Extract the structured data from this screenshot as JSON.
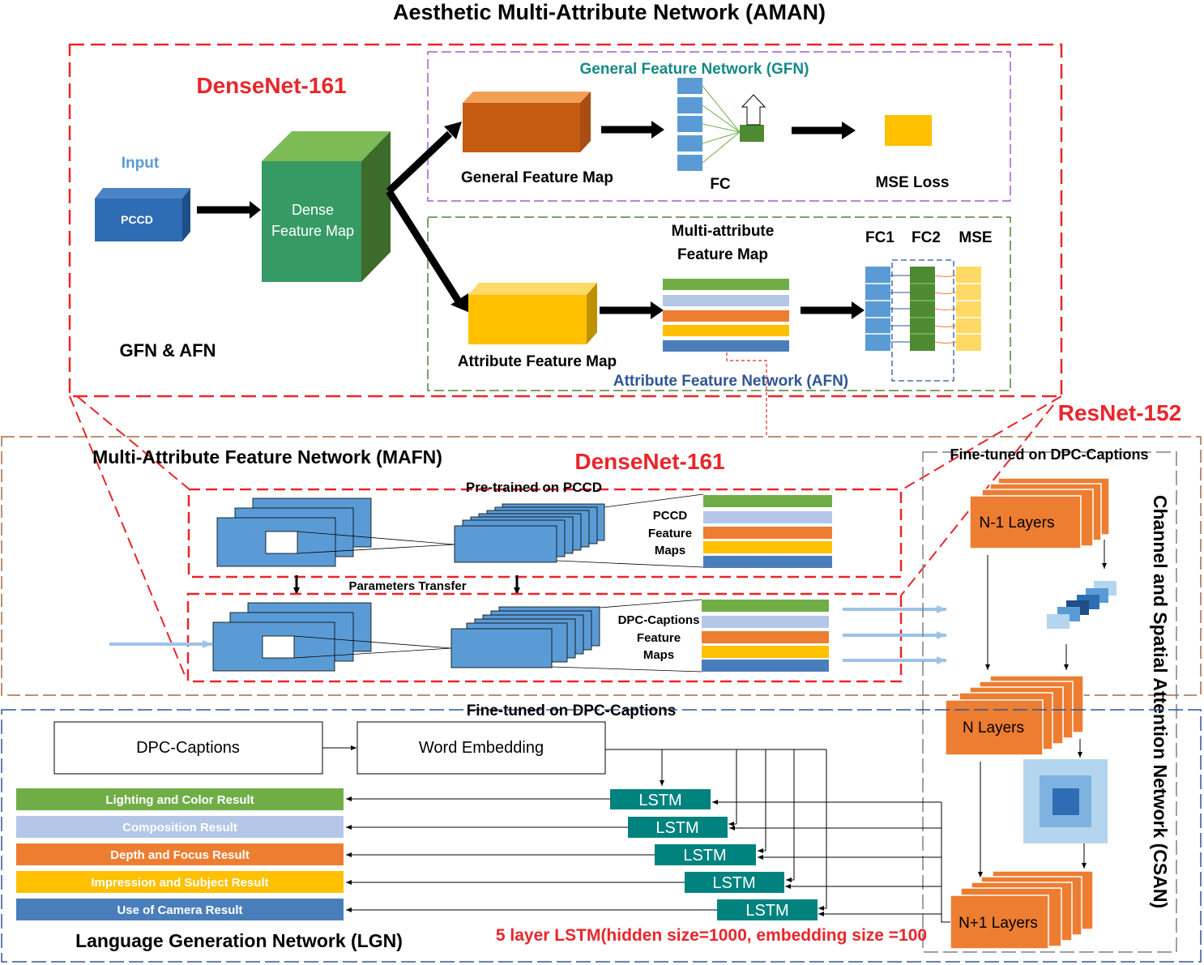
{
  "title": "Aesthetic Multi-Attribute Network (AMAN)",
  "top": {
    "densenet_label": "DenseNet-161",
    "input_label": "Input",
    "pccd_label": "PCCD",
    "dense_map_line1": "Dense",
    "dense_map_line2": "Feature Map",
    "gfn_afn_label": "GFN & AFN",
    "gfn_title": "General Feature Network (GFN)",
    "general_map_label": "General Feature Map",
    "fc_label": "FC",
    "mse_loss_label": "MSE Loss",
    "multi_attr_line1": "Multi-attribute",
    "multi_attr_line2": "Feature Map",
    "fc1_label": "FC1",
    "fc2_label": "FC2",
    "mse_label": "MSE",
    "attr_map_label": "Attribute Feature Map",
    "afn_title": "Attribute Feature Network (AFN)"
  },
  "middle": {
    "resnet_label": "ResNet-152",
    "mafn_title": "Multi-Attribute Feature Network (MAFN)",
    "densenet_label": "DenseNet-161",
    "pretrained_label": "Pre-trained on PCCD",
    "pccd_maps_line1": "PCCD",
    "pccd_maps_line2": "Feature",
    "pccd_maps_line3": "Maps",
    "params_transfer": "Parameters Transfer",
    "dpc_maps_line1": "DPC-Captions",
    "dpc_maps_line2": "Feature",
    "dpc_maps_line3": "Maps",
    "finetuned_right": "Fine-tuned on DPC-Captions"
  },
  "csan": {
    "title": "Channel and Spatial Attention Network (CSAN)",
    "n1_layers": "N-1 Layers",
    "n_layers": "N  Layers",
    "np1_layers": "N+1 Layers"
  },
  "bottom": {
    "finetuned_label": "Fine-tuned on DPC-Captions",
    "dpc_box": "DPC-Captions",
    "word_embedding_box": "Word Embedding",
    "lgn_title": "Language Generation Network (LGN)",
    "lstm_note": "5 layer LSTM(hidden size=1000, embedding size =100",
    "lstm_label": "LSTM",
    "results": [
      "Lighting and Color Result",
      "Composition Result",
      "Depth and Focus Result",
      "Impression and Subject Result",
      "Use of Camera Result"
    ]
  },
  "colors": {
    "red": "#e8262a",
    "green_attr": "#70ad47",
    "light_blue_attr": "#b4c7e7",
    "orange_attr": "#ed7d31",
    "yellow_attr": "#ffc000",
    "blue_attr": "#4a7ebb",
    "teal": "#00827f",
    "gfn_title": "#138a84",
    "afn_title": "#2f5597",
    "input_blue": "#5b9bd5"
  }
}
